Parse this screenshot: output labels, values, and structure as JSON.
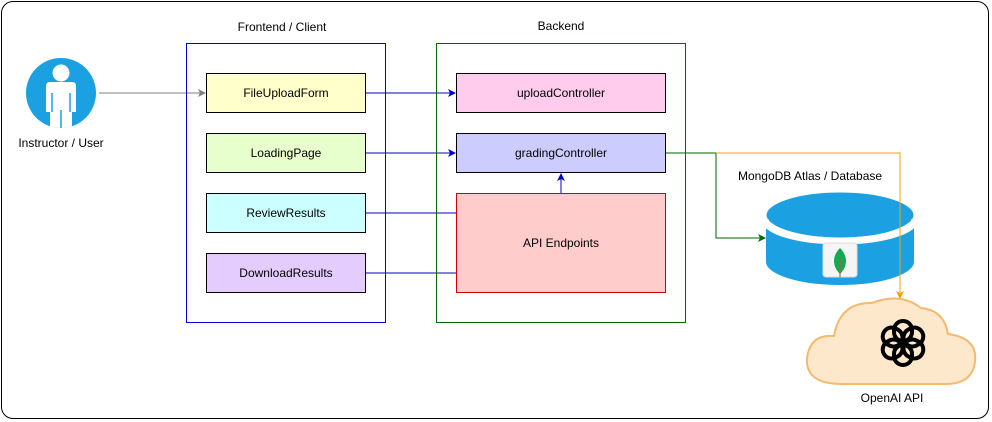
{
  "actor": {
    "label": "Instructor / User",
    "icon": "user-icon",
    "color": "#1ba1e2"
  },
  "frontend": {
    "title": "Frontend / Client",
    "border_color": "#0000cc",
    "components": [
      {
        "label": "FileUploadForm",
        "fill": "#ffffcc"
      },
      {
        "label": "LoadingPage",
        "fill": "#e6ffcc"
      },
      {
        "label": "ReviewResults",
        "fill": "#ccffff"
      },
      {
        "label": "DownloadResults",
        "fill": "#e5ccff"
      }
    ]
  },
  "backend": {
    "title": "Backend",
    "border_color": "#006600",
    "components": [
      {
        "label": "uploadController",
        "fill": "#ffccee"
      },
      {
        "label": "gradingController",
        "fill": "#ccccff"
      },
      {
        "label": "API Endpoints",
        "fill": "#ffcccc"
      }
    ]
  },
  "database": {
    "label": "MongoDB Atlas / Database",
    "icon": "mongodb-leaf-icon",
    "color": "#1ba1e2"
  },
  "external": {
    "label": "OpenAI API",
    "icon": "openai-logo-icon",
    "cloud_stroke": "#f5b971"
  },
  "edge_colors": {
    "gray": "#808080",
    "blue": "#0000cc",
    "green": "#006600",
    "orange": "#f0a30a"
  }
}
